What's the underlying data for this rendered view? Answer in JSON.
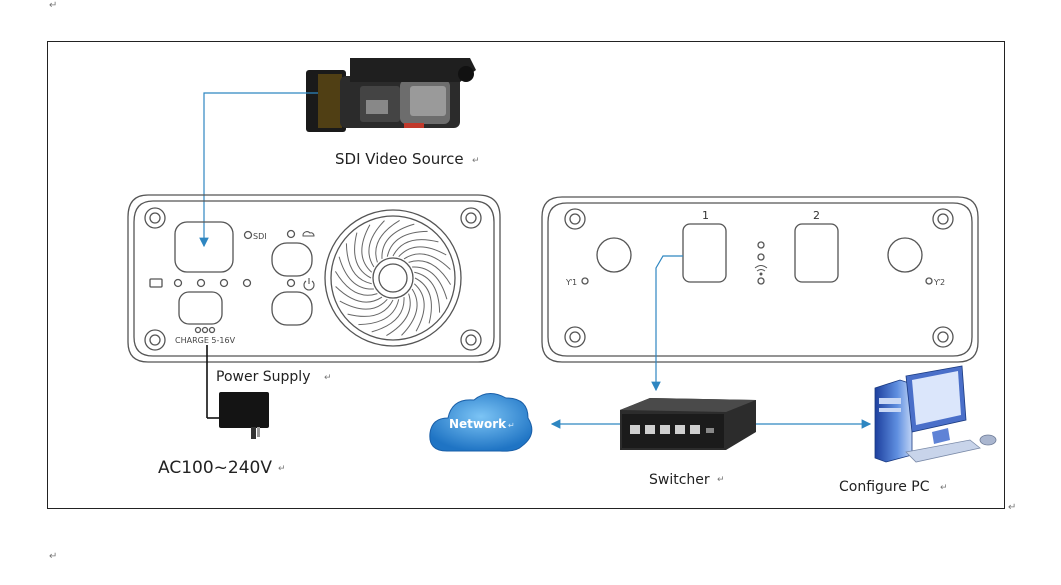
{
  "labels": {
    "sdi_video_source": "SDI Video Source",
    "power_supply": "Power Supply",
    "ac_input": "AC100~240V",
    "network": "Network",
    "switcher": "Switcher",
    "configure_pc": "Configure PC"
  },
  "device_left": {
    "sdi": "SDI",
    "charge": "CHARGE 5-16V"
  },
  "device_right": {
    "port1": "1",
    "port2": "2",
    "antenna1": "Ƴ1",
    "antenna2": "Ƴ2"
  },
  "para_mark": "↵",
  "colors": {
    "link_line": "#2e86c1",
    "device_outline": "#555555",
    "cloud": "#2f8fd8"
  }
}
